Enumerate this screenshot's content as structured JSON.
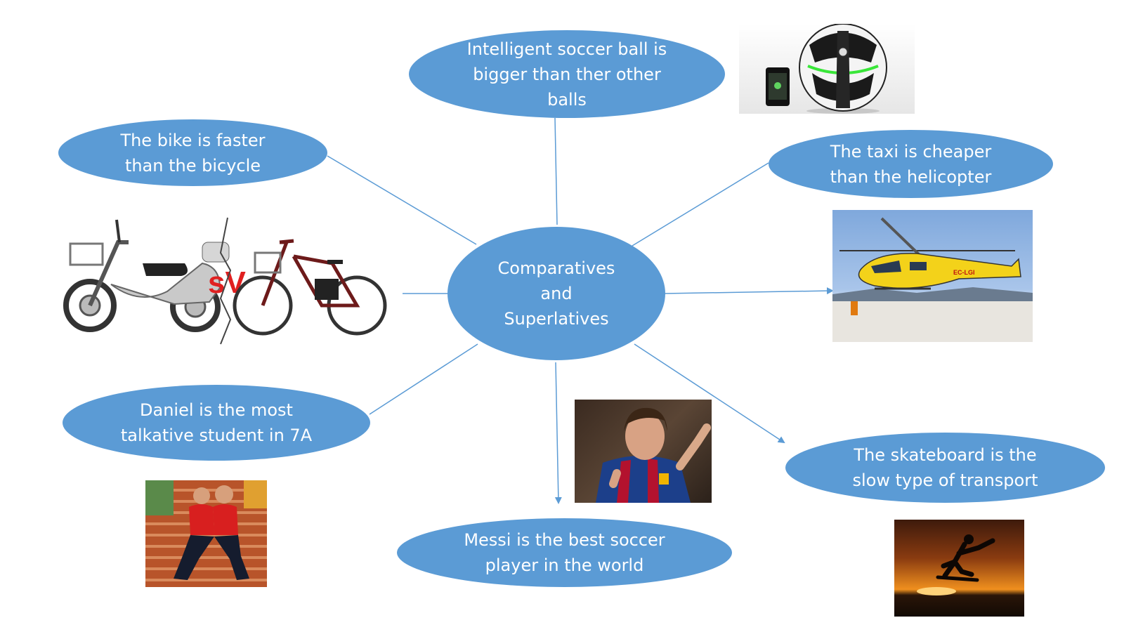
{
  "colors": {
    "node_fill": "#5b9bd5",
    "node_text": "#ffffff",
    "connector": "#5b9bd5"
  },
  "center": {
    "text": "Comparatives and Superlatives",
    "lines": [
      "Comparatives",
      "and",
      "Superlatives"
    ]
  },
  "nodes": {
    "soccer_ball": {
      "text": "Intelligent soccer ball is bigger than ther other balls"
    },
    "bike": {
      "text": "The bike is faster than the bicycle"
    },
    "taxi": {
      "text": "The taxi is cheaper than the helicopter"
    },
    "daniel": {
      "text": "Daniel is the most talkative student in 7A"
    },
    "messi": {
      "text": "Messi is the best soccer player in the world"
    },
    "skateboard": {
      "text": "The skateboard is the slow type of transport"
    }
  },
  "images": {
    "bike_vs_bicycle": {
      "label": "sV",
      "subject": "electric scooter versus bicycle"
    },
    "soccer_ball": {
      "subject": "smart soccer ball with phone"
    },
    "helicopter": {
      "subject": "yellow helicopter",
      "registration": "EC-LGI"
    },
    "messi": {
      "subject": "soccer player in red and blue jersey"
    },
    "students": {
      "subject": "two students on stairs"
    },
    "skateboarder": {
      "subject": "skateboarder silhouette at sunset"
    }
  }
}
